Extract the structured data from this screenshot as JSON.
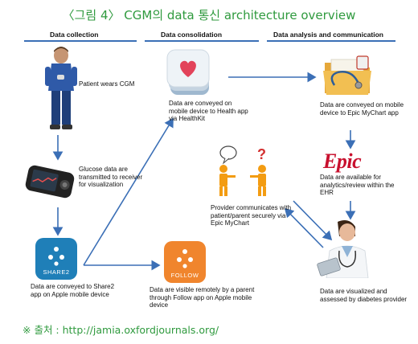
{
  "title": "〈그림 4〉 CGM의 data 통신 architecture overview",
  "source": "※ 출처 : http://jamia.oxfordjournals.org/",
  "sections": {
    "collection": "Data collection",
    "consolidation": "Data consolidation",
    "analysis": "Data analysis and communication"
  },
  "nodes": {
    "patient": "Patient wears CGM",
    "receiver": "Glucose data are transmitted to receiver for visualization",
    "share2": "Data are conveyed to Share2 app on Apple mobile device",
    "healthkit": "Data are conveyed on mobile device to Health app via HealthKit",
    "follow": "Data are visible remotely by a parent through Follow app on Apple mobile device",
    "mychart": "Data are conveyed on mobile device to Epic MyChart app",
    "ehr": "Data are available for analytics/review within the EHR",
    "provider": "Provider communicates with patient/parent securely via Epic MyChart",
    "doctor": "Data are visualized and assessed by diabetes provider"
  },
  "app_labels": {
    "share2": "SHARE2",
    "follow": "FOLLOW",
    "epic": "Epic"
  },
  "colors": {
    "title": "#2f9a3e",
    "arrow": "#3b6fb6",
    "share2": "#1f7fb8",
    "follow": "#f0852d",
    "epic": "#c8102e"
  },
  "icons": [
    "child-icon",
    "receiver-device-icon",
    "health-app-icon",
    "folder-stethoscope-icon",
    "provider-figures-icon",
    "doctor-icon"
  ]
}
